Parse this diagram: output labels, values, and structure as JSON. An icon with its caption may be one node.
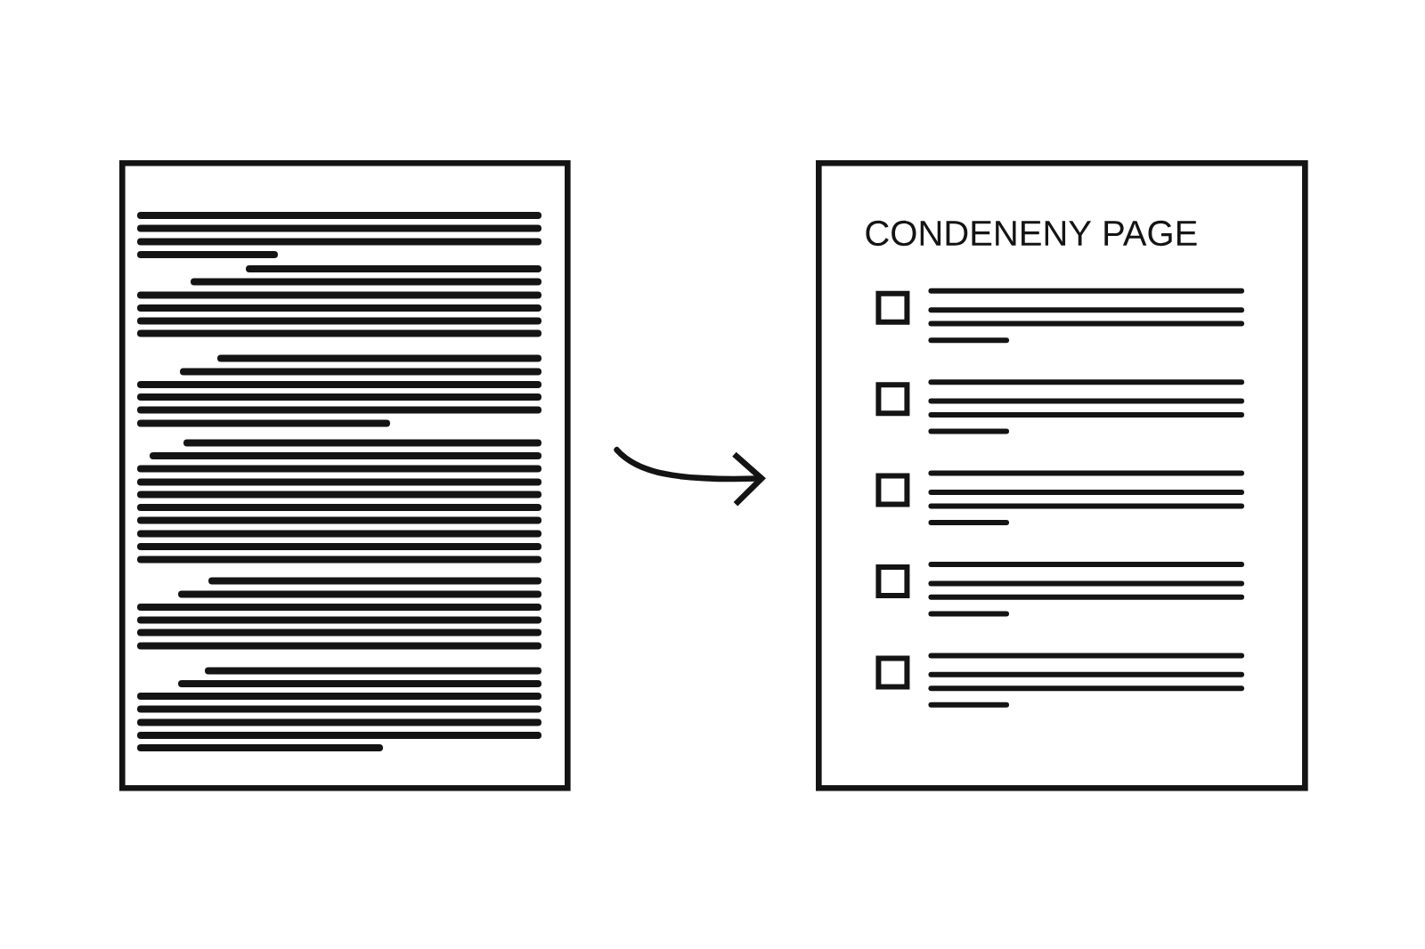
{
  "diagram": {
    "nodes": [
      {
        "text": [],
        "shape": "box"
      },
      {
        "text": [
          "CONDENENY PAGE"
        ]
      }
    ],
    "edges": [
      {
        "from": 0,
        "to": 1,
        "arrow": "to"
      }
    ]
  }
}
